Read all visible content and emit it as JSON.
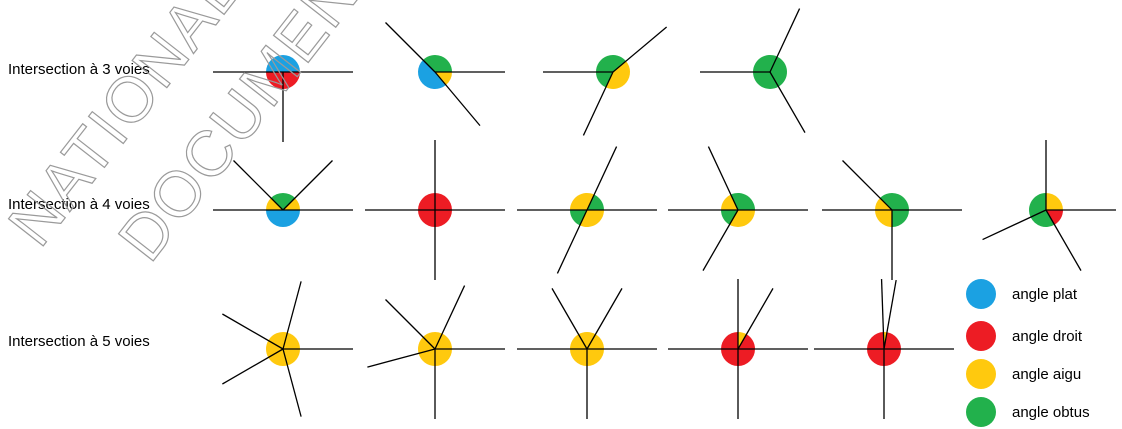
{
  "rows": [
    {
      "label": "Intersection à 3 voies"
    },
    {
      "label": "Intersection à 4 voies"
    },
    {
      "label": "Intersection à 5 voies"
    }
  ],
  "legend": [
    {
      "label": "angle plat",
      "color": "#1ba1e2"
    },
    {
      "label": "angle droit",
      "color": "#ed1c24"
    },
    {
      "label": "angle aigu",
      "color": "#ffc90e"
    },
    {
      "label": "angle obtus",
      "color": "#22b14c"
    }
  ],
  "watermark": {
    "line1": "NATIONALE S",
    "line2": "DOCUMENT"
  },
  "figures": [
    {
      "row": 0,
      "dirs": [
        0,
        180,
        270
      ],
      "colors": [
        "#1ba1e2",
        "#ed1c24",
        "#ed1c24"
      ]
    },
    {
      "row": 0,
      "dirs": [
        0,
        135,
        310
      ],
      "colors": [
        "#22b14c",
        "#1ba1e2",
        "#ffc90e"
      ]
    },
    {
      "row": 0,
      "dirs": [
        40,
        180,
        245
      ],
      "colors": [
        "#22b14c",
        "#22b14c",
        "#ffc90e"
      ]
    },
    {
      "row": 0,
      "dirs": [
        65,
        180,
        300
      ],
      "colors": [
        "#22b14c",
        "#22b14c",
        "#22b14c"
      ]
    },
    {
      "row": 1,
      "dirs": [
        0,
        45,
        135,
        180
      ],
      "colors": [
        "#ffc90e",
        "#22b14c",
        "#ffc90e",
        "#1ba1e2"
      ]
    },
    {
      "row": 1,
      "dirs": [
        0,
        90,
        180,
        270
      ],
      "colors": [
        "#ed1c24",
        "#ed1c24",
        "#ed1c24",
        "#ed1c24"
      ]
    },
    {
      "row": 1,
      "dirs": [
        0,
        65,
        180,
        245
      ],
      "colors": [
        "#22b14c",
        "#ffc90e",
        "#22b14c",
        "#ffc90e"
      ]
    },
    {
      "row": 1,
      "dirs": [
        0,
        115,
        180,
        240
      ],
      "colors": [
        "#22b14c",
        "#ffc90e",
        "#22b14c",
        "#ffc90e"
      ]
    },
    {
      "row": 1,
      "dirs": [
        0,
        135,
        180,
        270
      ],
      "colors": [
        "#22b14c",
        "#ffc90e",
        "#ffc90e",
        "#22b14c"
      ]
    },
    {
      "row": 1,
      "dirs": [
        0,
        90,
        205,
        300
      ],
      "colors": [
        "#ffc90e",
        "#22b14c",
        "#22b14c",
        "#ed1c24"
      ]
    },
    {
      "row": 2,
      "dirs": [
        0,
        75,
        150,
        210,
        285
      ],
      "colors": [
        "#ffc90e",
        "#ffc90e",
        "#ffc90e",
        "#ffc90e",
        "#ffc90e"
      ]
    },
    {
      "row": 2,
      "dirs": [
        0,
        65,
        135,
        195,
        270
      ],
      "colors": [
        "#ffc90e",
        "#ffc90e",
        "#ffc90e",
        "#ffc90e",
        "#ffc90e"
      ]
    },
    {
      "row": 2,
      "dirs": [
        0,
        60,
        120,
        180,
        270
      ],
      "colors": [
        "#ffc90e",
        "#ffc90e",
        "#ffc90e",
        "#ffc90e",
        "#ffc90e"
      ]
    },
    {
      "row": 2,
      "dirs": [
        0,
        60,
        90,
        180,
        270
      ],
      "colors": [
        "#ed1c24",
        "#ffc90e",
        "#ed1c24",
        "#ed1c24",
        "#ed1c24"
      ]
    },
    {
      "row": 2,
      "dirs": [
        0,
        80,
        92,
        180,
        270
      ],
      "colors": [
        "#ed1c24",
        "#ffc90e",
        "#ed1c24",
        "#ed1c24",
        "#ed1c24"
      ]
    }
  ]
}
